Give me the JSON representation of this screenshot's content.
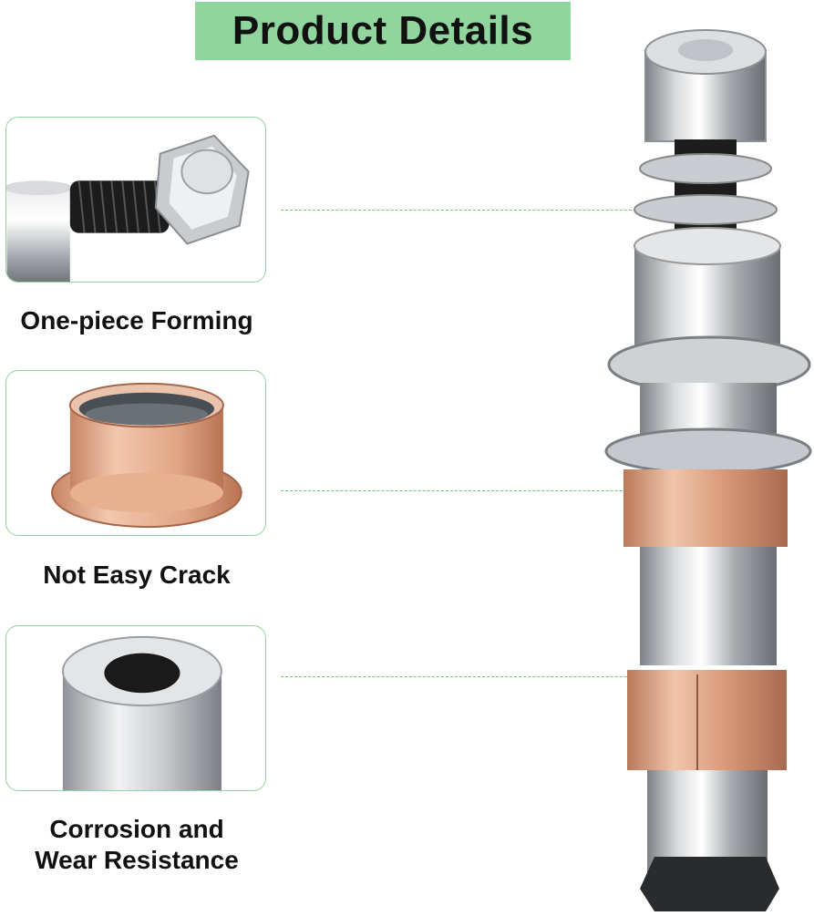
{
  "header": {
    "title": "Product Details"
  },
  "features": [
    {
      "caption": "One-piece Forming",
      "icon": "bolt-nut-closeup"
    },
    {
      "caption": "Not Easy Crack",
      "icon": "copper-flange-bushing"
    },
    {
      "caption_line1": "Corrosion and",
      "caption_line2": "Wear Resistance",
      "icon": "steel-sleeve"
    }
  ],
  "colors": {
    "banner": "#8fd59d",
    "border": "#8fd59d",
    "leader": "#6cc47f",
    "copper": "#d79a78"
  }
}
